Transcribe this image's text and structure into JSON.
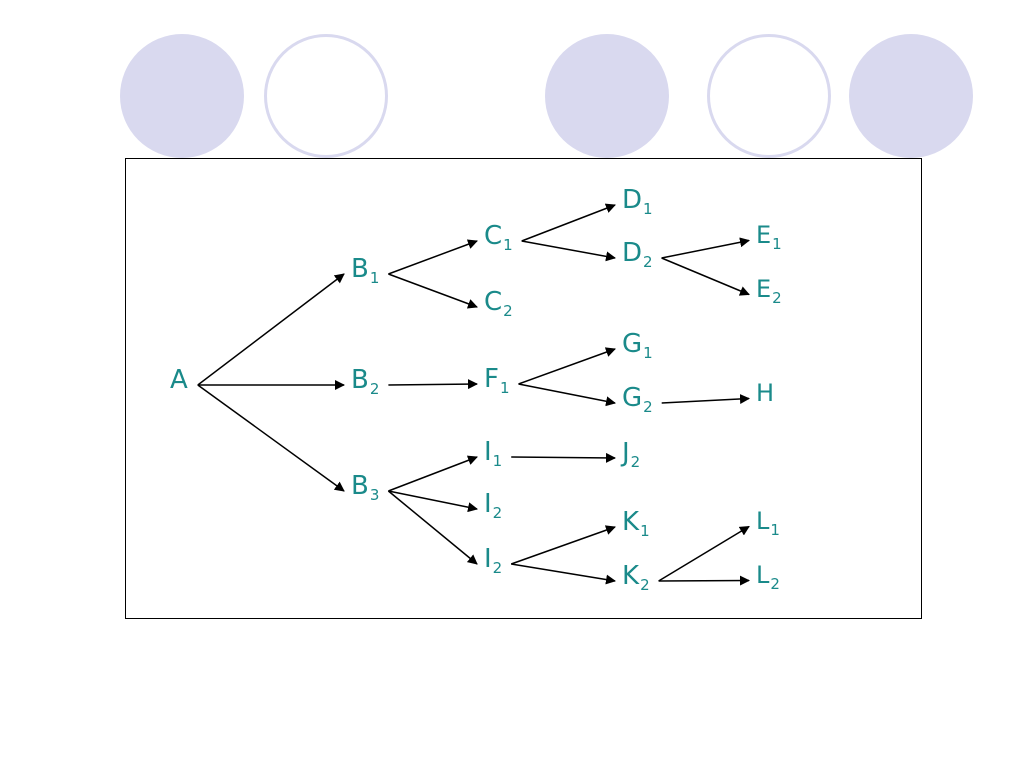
{
  "colors": {
    "circle_fill": "#d9d9ef",
    "node_text": "#1a8a8a",
    "arrow": "#000000"
  },
  "nodes": {
    "A": {
      "base": "A",
      "sub": ""
    },
    "B1": {
      "base": "B",
      "sub": "1"
    },
    "B2": {
      "base": "B",
      "sub": "2"
    },
    "B3": {
      "base": "B",
      "sub": "3"
    },
    "C1": {
      "base": "C",
      "sub": "1"
    },
    "C2": {
      "base": "C",
      "sub": "2"
    },
    "D1": {
      "base": "D",
      "sub": "1"
    },
    "D2": {
      "base": "D",
      "sub": "2"
    },
    "E1": {
      "base": "E",
      "sub": "1"
    },
    "E2": {
      "base": "E",
      "sub": "2"
    },
    "F1": {
      "base": "F",
      "sub": "1"
    },
    "G1": {
      "base": "G",
      "sub": "1"
    },
    "G2": {
      "base": "G",
      "sub": "2"
    },
    "H": {
      "base": "H",
      "sub": ""
    },
    "I1": {
      "base": "I",
      "sub": "1"
    },
    "I2a": {
      "base": "I",
      "sub": "2"
    },
    "I2b": {
      "base": "I",
      "sub": "2"
    },
    "J2": {
      "base": "J",
      "sub": "2"
    },
    "K1": {
      "base": "K",
      "sub": "1"
    },
    "K2": {
      "base": "K",
      "sub": "2"
    },
    "L1": {
      "base": "L",
      "sub": "1"
    },
    "L2": {
      "base": "L",
      "sub": "2"
    }
  },
  "edges": [
    [
      "A",
      "B1"
    ],
    [
      "A",
      "B2"
    ],
    [
      "A",
      "B3"
    ],
    [
      "B1",
      "C1"
    ],
    [
      "B1",
      "C2"
    ],
    [
      "B2",
      "F1"
    ],
    [
      "B3",
      "I1"
    ],
    [
      "B3",
      "I2a"
    ],
    [
      "B3",
      "I2b"
    ],
    [
      "C1",
      "D1"
    ],
    [
      "C1",
      "D2"
    ],
    [
      "D2",
      "E1"
    ],
    [
      "D2",
      "E2"
    ],
    [
      "F1",
      "G1"
    ],
    [
      "F1",
      "G2"
    ],
    [
      "G2",
      "H"
    ],
    [
      "I1",
      "J2"
    ],
    [
      "I2b",
      "K1"
    ],
    [
      "I2b",
      "K2"
    ],
    [
      "K2",
      "L1"
    ],
    [
      "K2",
      "L2"
    ]
  ]
}
